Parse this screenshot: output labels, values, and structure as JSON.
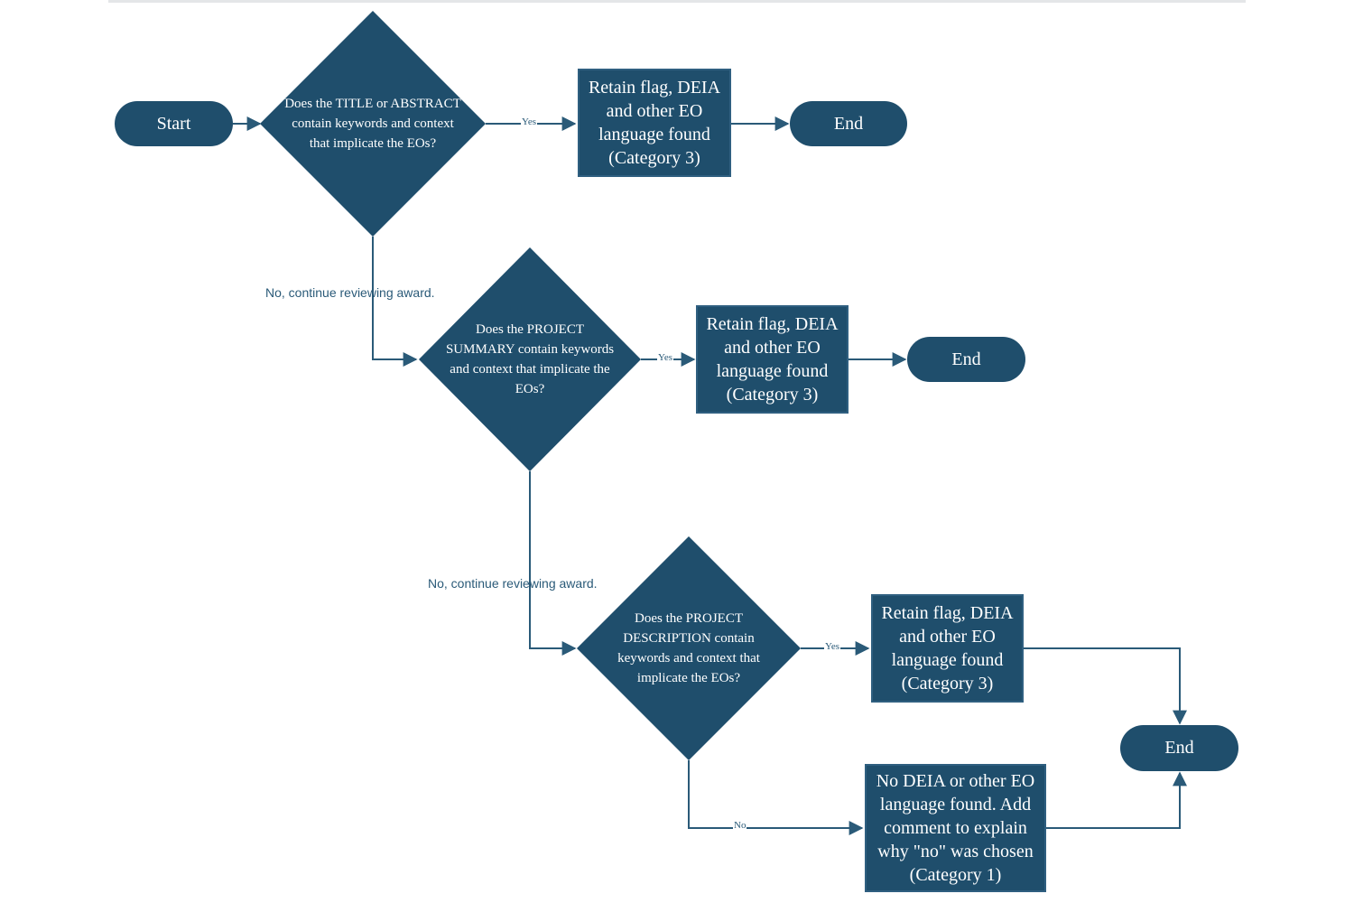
{
  "colors": {
    "shape": "#1f4e6c",
    "connector": "#2a5a78",
    "text": "#ffffff"
  },
  "flowchart": {
    "start": "Start",
    "decisions": [
      "Does the TITLE or ABSTRACT contain keywords and context that implicate the EOs?",
      "Does the PROJECT SUMMARY contain keywords and context that implicate the EOs?",
      "Does the PROJECT DESCRIPTION contain keywords and context that implicate the EOs?"
    ],
    "outcomes": [
      "Retain flag, DEIA and other EO language found (Category 3)",
      "Retain flag, DEIA and other EO language found (Category 3)",
      "Retain flag, DEIA and other EO language found (Category 3)",
      "No DEIA or other EO language found. Add comment to explain why \"no\" was chosen (Category 1)"
    ],
    "ends": [
      "End",
      "End",
      "End"
    ],
    "edge_labels": {
      "yes": "Yes",
      "no_continue": "No, continue reviewing award.",
      "no": "No"
    }
  }
}
